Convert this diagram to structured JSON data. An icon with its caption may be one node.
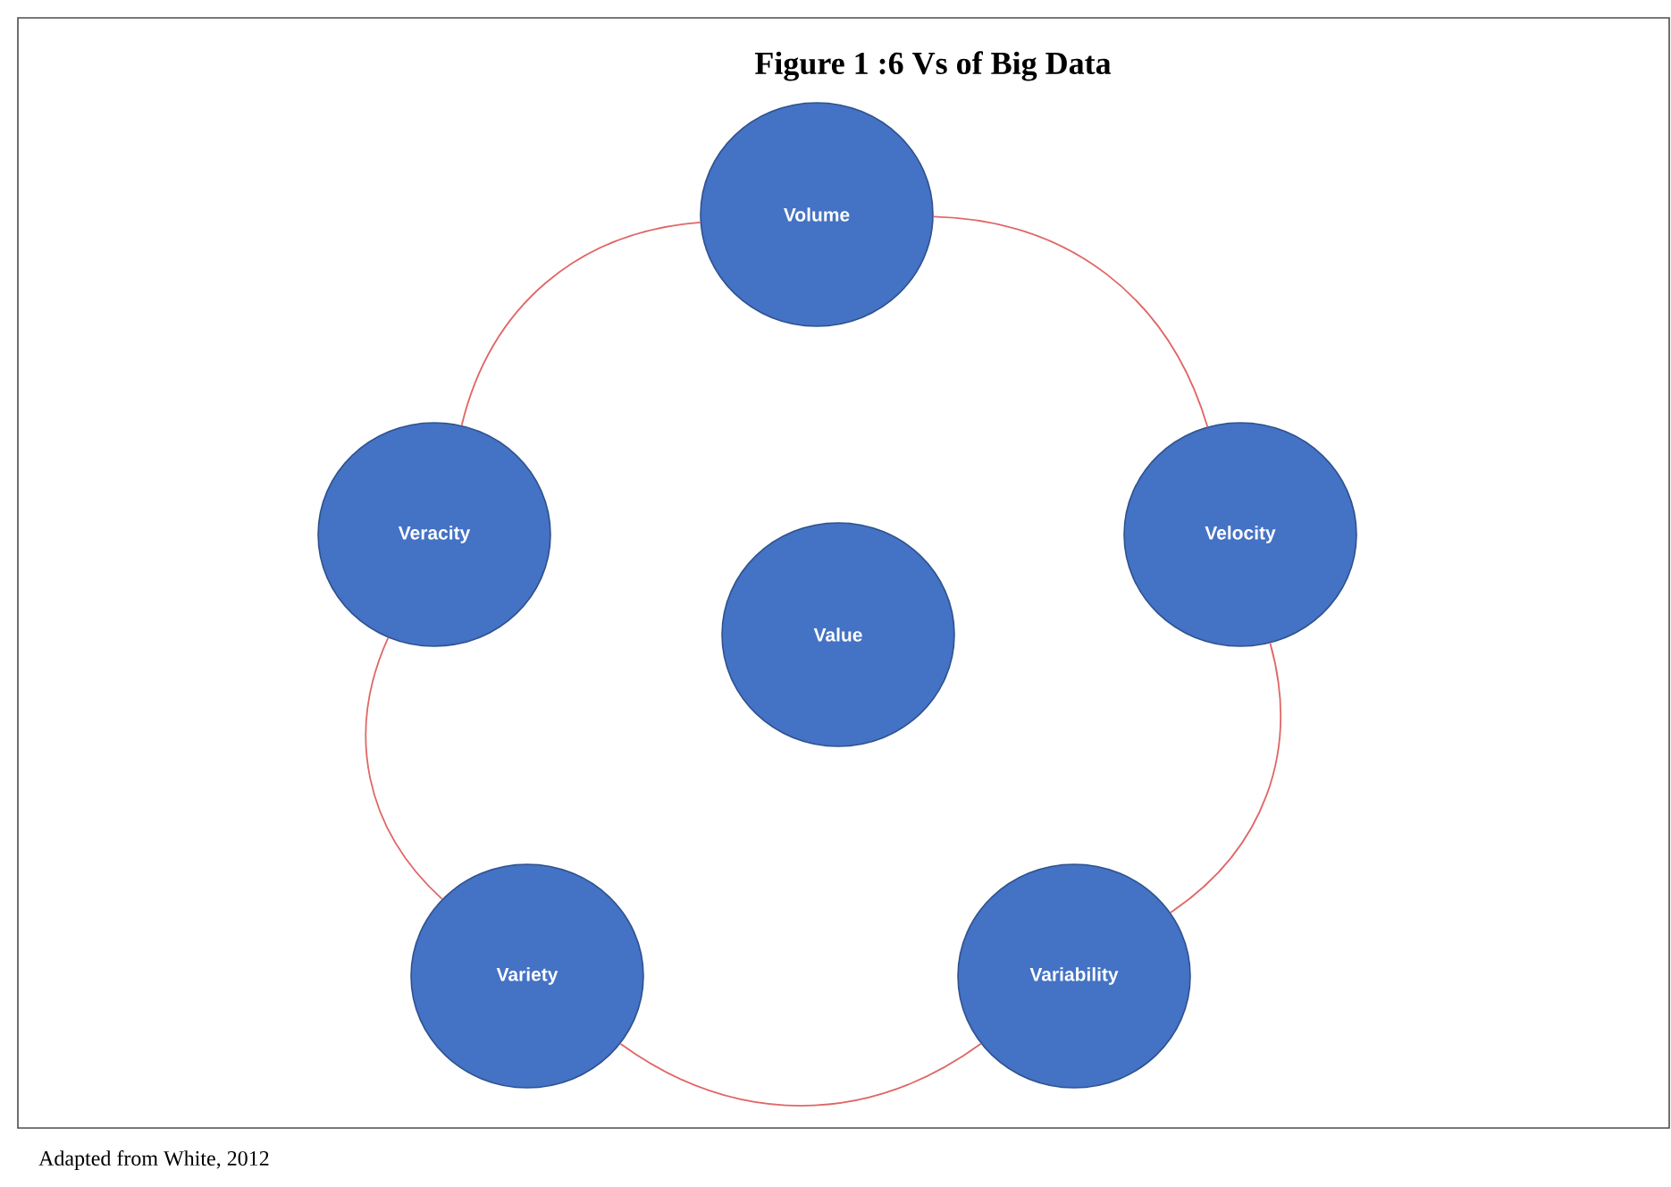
{
  "diagram": {
    "title": "Figure 1 :6 Vs of Big Data",
    "caption": "Adapted from White, 2012",
    "nodes": [
      {
        "text": [
          "Volume"
        ]
      },
      {
        "text": [
          "Veracity"
        ]
      },
      {
        "text": [
          "Velocity"
        ]
      },
      {
        "text": [
          "Value"
        ]
      },
      {
        "text": [
          "Variety"
        ]
      },
      {
        "text": [
          "Variability"
        ]
      }
    ],
    "edges": [
      {
        "from": 0,
        "to": 2,
        "arrow": "none"
      },
      {
        "from": 2,
        "to": 5,
        "arrow": "none"
      },
      {
        "from": 5,
        "to": 4,
        "arrow": "none"
      },
      {
        "from": 4,
        "to": 1,
        "arrow": "none"
      },
      {
        "from": 1,
        "to": 0,
        "arrow": "none"
      }
    ]
  }
}
